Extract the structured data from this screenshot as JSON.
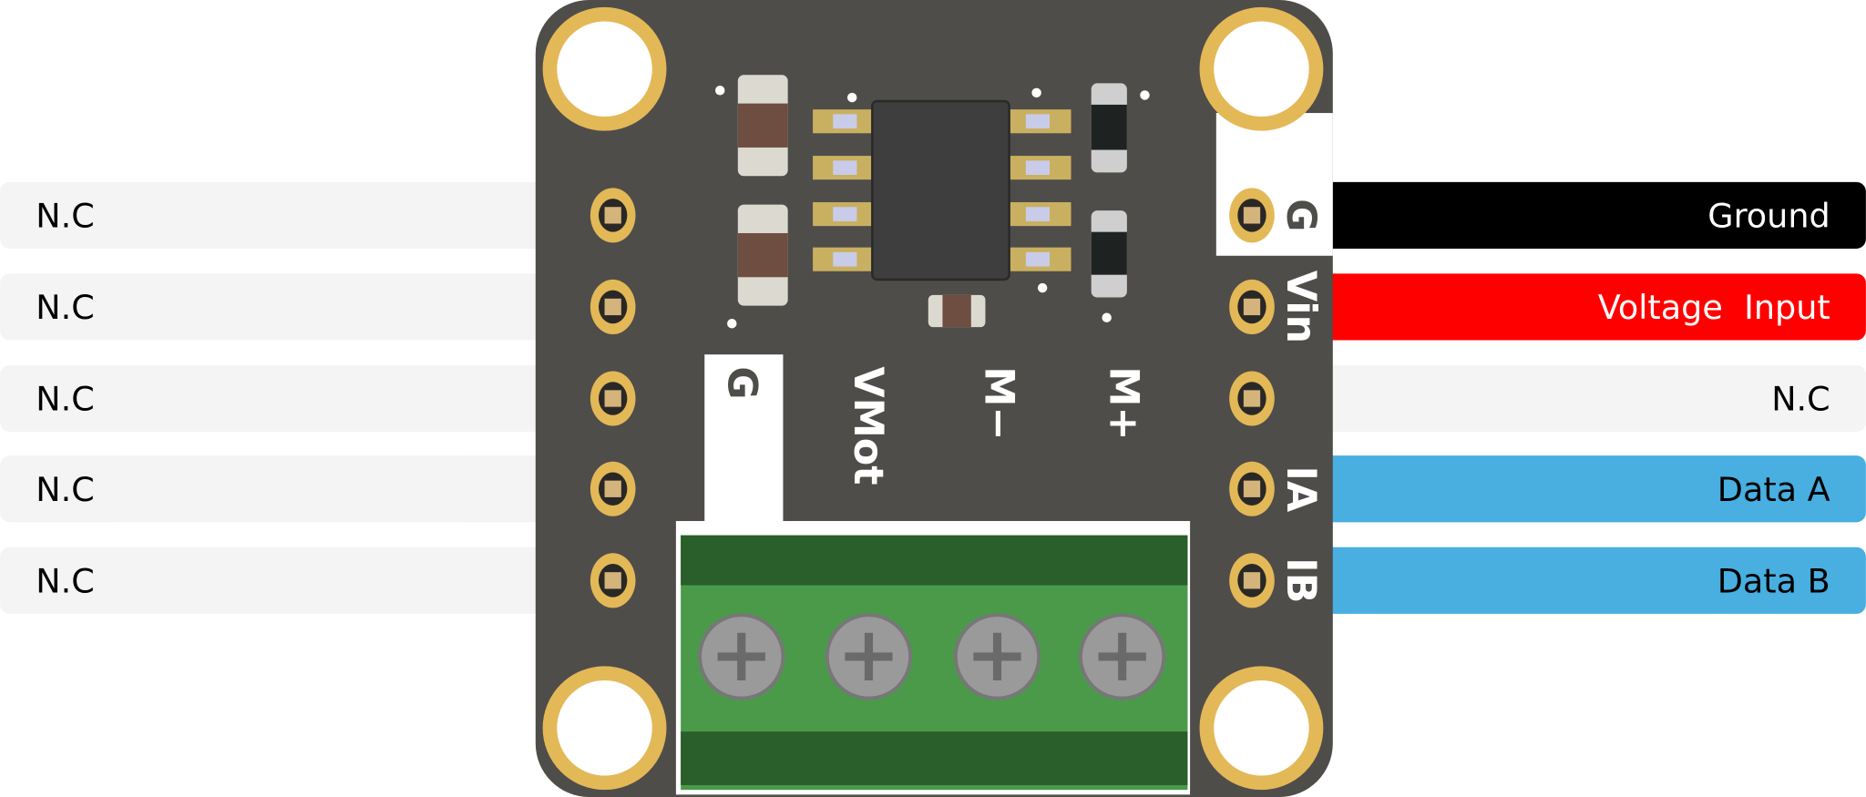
{
  "left_pins": [
    {
      "label": "N.C"
    },
    {
      "label": "N.C"
    },
    {
      "label": "N.C"
    },
    {
      "label": "N.C"
    },
    {
      "label": "N.C"
    }
  ],
  "right_pins": [
    {
      "pin": "G",
      "label": "Ground",
      "color": "#000000",
      "text_color": "#ffffff"
    },
    {
      "pin": "Vin",
      "label": "Voltage  Input",
      "color": "#ff0000",
      "text_color": "#ffffff"
    },
    {
      "pin": "",
      "label": "N.C",
      "color": "#f4f4f4",
      "text_color": "#000000"
    },
    {
      "pin": "IA",
      "label": "Data A",
      "color": "#48afe0",
      "text_color": "#000000"
    },
    {
      "pin": "IB",
      "label": "Data B",
      "color": "#48afe0",
      "text_color": "#000000"
    }
  ],
  "terminal_labels": [
    "G",
    "VMot",
    "M−",
    "M+"
  ],
  "colors": {
    "board": "#4f4d4a",
    "gold": "#e3b857",
    "terminal_green": "#4a9a4a",
    "terminal_dark": "#2a5e2a"
  }
}
